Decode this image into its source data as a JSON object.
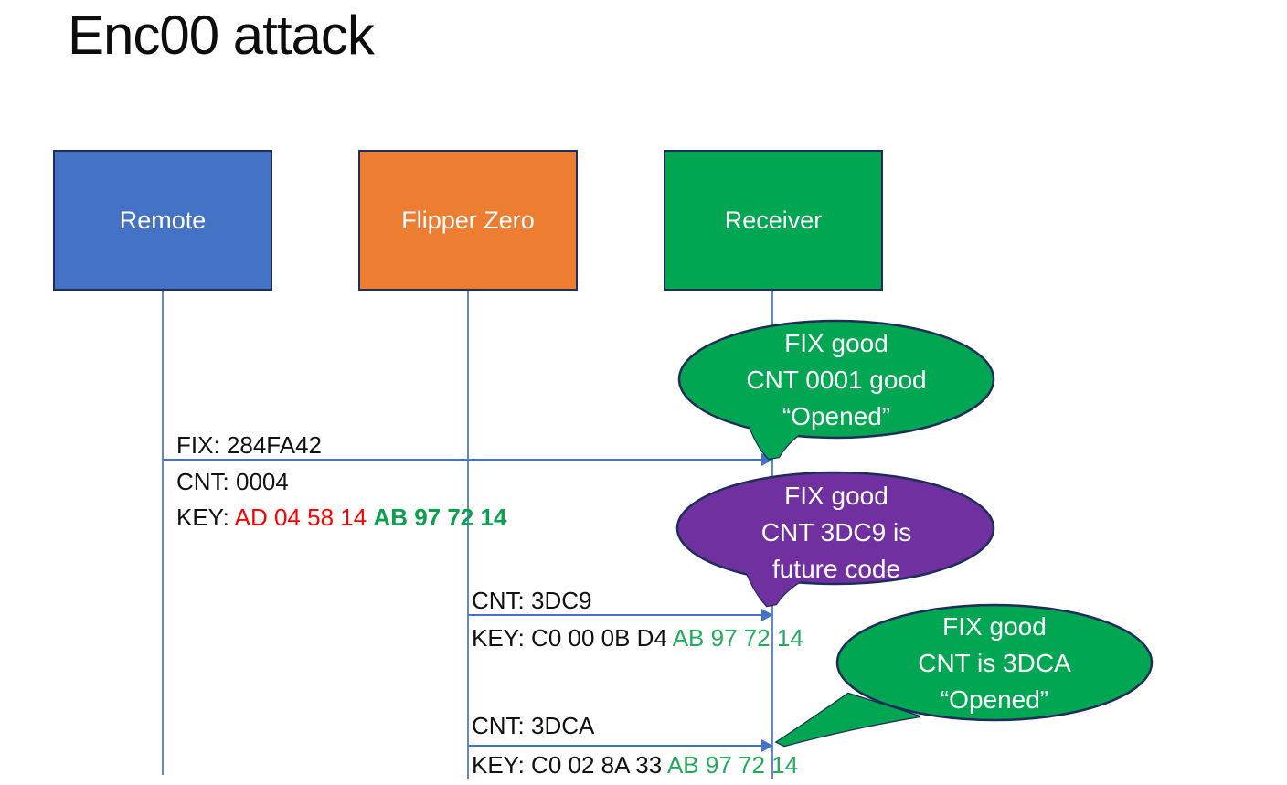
{
  "title": "Enc00 attack",
  "colors": {
    "remote_fill": "#4472C4",
    "flipper_fill": "#ED7D31",
    "receiver_fill": "#00A651",
    "purple_fill": "#7030A0",
    "shape_border": "#1f2d5a",
    "line_blue": "#4472C4",
    "key_red": "#FF0000",
    "key_green": "#24AA5D",
    "key_green_bold": "#0B9F4F"
  },
  "actors": [
    {
      "label": "Remote"
    },
    {
      "label": "Flipper Zero"
    },
    {
      "label": "Receiver"
    }
  ],
  "messages": [
    {
      "fix": "FIX: 284FA42",
      "cnt": "CNT: 0004",
      "key_prefix": "KEY:",
      "key_red": "AD 04 58 14",
      "key_green": "AB 97 72 14"
    },
    {
      "cnt": "CNT: 3DC9",
      "key_black": "KEY: C0 00 0B D4",
      "key_green": "AB 97 72 14"
    },
    {
      "cnt": "CNT: 3DCA",
      "key_black": "KEY: C0 02 8A 33",
      "key_green": "AB 97 72 14"
    }
  ],
  "bubbles": [
    {
      "lines": [
        "FIX good",
        "CNT 0001 good",
        "“Opened”"
      ]
    },
    {
      "lines": [
        "FIX good",
        "CNT 3DC9 is",
        "future code"
      ]
    },
    {
      "lines": [
        "FIX good",
        "CNT is 3DCA",
        "“Opened”"
      ]
    }
  ]
}
